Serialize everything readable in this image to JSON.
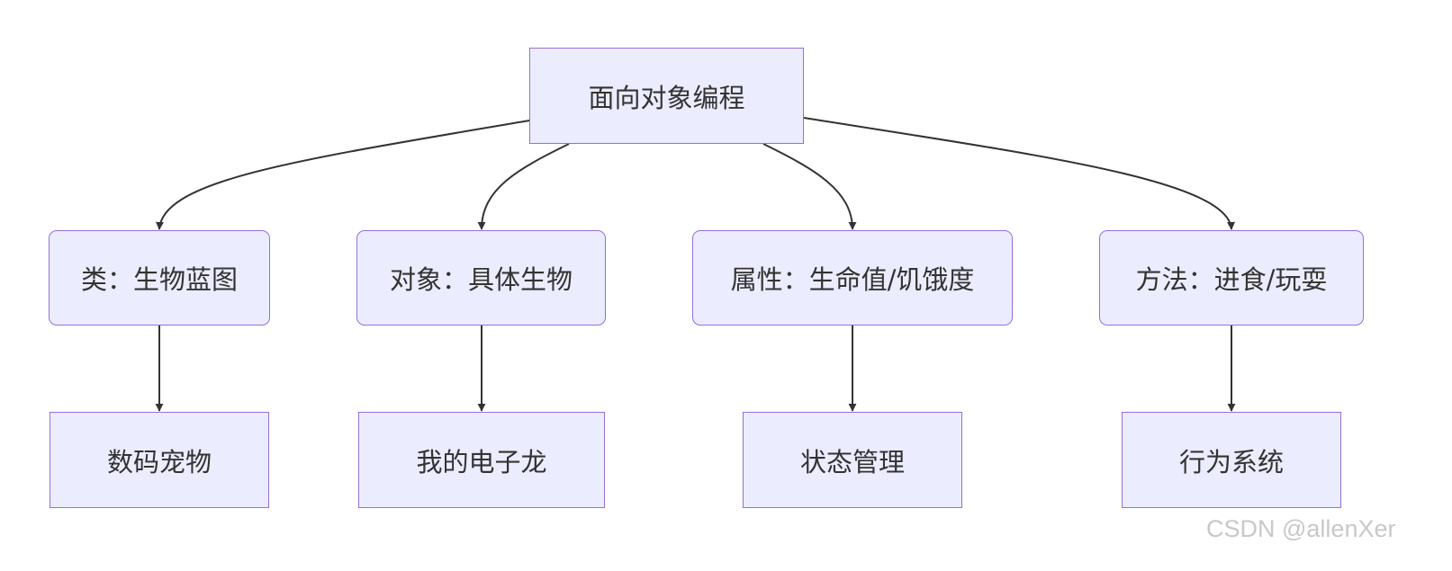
{
  "diagram": {
    "root": "面向对象编程",
    "concepts": [
      "类：生物蓝图",
      "对象：具体生物",
      "属性：生命值/饥饿度",
      "方法：进食/玩耍"
    ],
    "examples": [
      "数码宠物",
      "我的电子龙",
      "状态管理",
      "行为系统"
    ],
    "edges": [
      [
        "面向对象编程",
        "类：生物蓝图"
      ],
      [
        "面向对象编程",
        "对象：具体生物"
      ],
      [
        "面向对象编程",
        "属性：生命值/饥饿度"
      ],
      [
        "面向对象编程",
        "方法：进食/玩耍"
      ],
      [
        "类：生物蓝图",
        "数码宠物"
      ],
      [
        "对象：具体生物",
        "我的电子龙"
      ],
      [
        "属性：生命值/饥饿度",
        "状态管理"
      ],
      [
        "方法：进食/玩耍",
        "行为系统"
      ]
    ],
    "colors": {
      "node_fill": "#ececff",
      "node_border": "#9370db",
      "edge": "#333333",
      "text": "#333333",
      "watermark": "#c8c8c8"
    }
  },
  "watermark": "CSDN @allenXer"
}
